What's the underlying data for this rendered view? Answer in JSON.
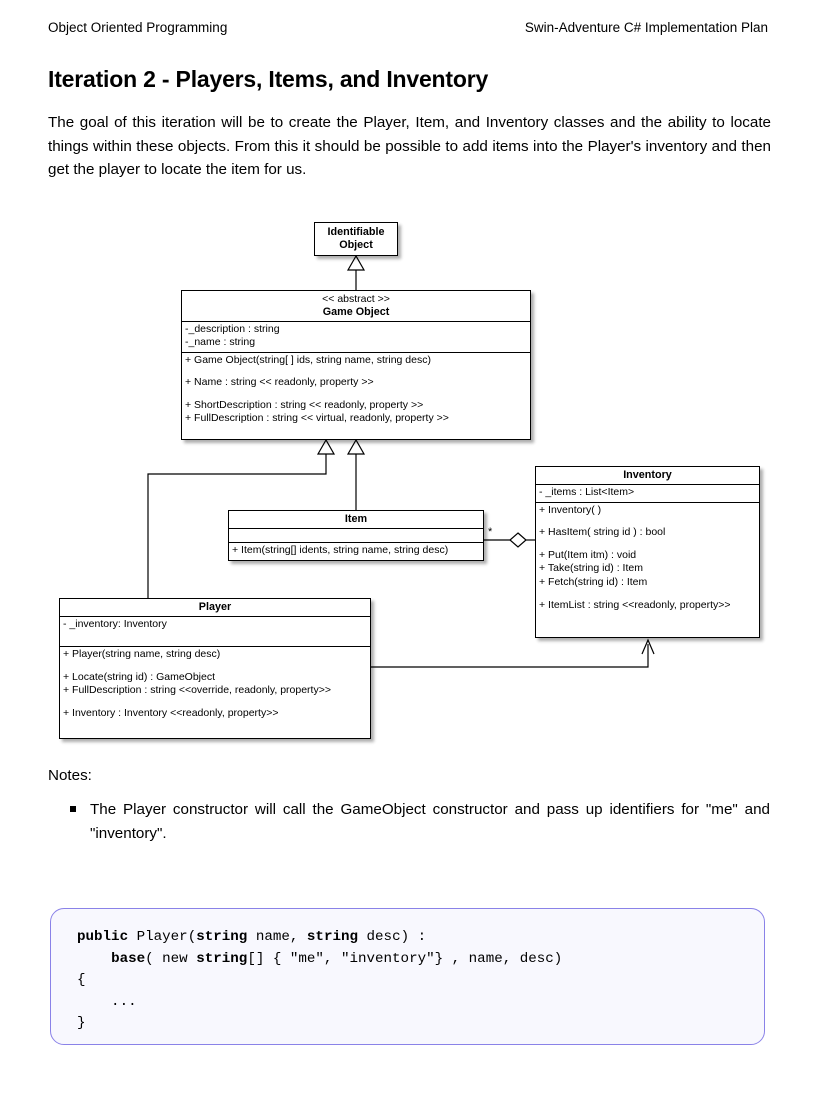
{
  "header": {
    "left": "Object Oriented Programming",
    "right": "Swin-Adventure C# Implementation Plan"
  },
  "title": "Iteration 2 - Players, Items, and Inventory",
  "intro": "The goal of this iteration will be to create the Player, Item, and Inventory classes and the ability to locate things within these objects. From this it should be possible to add items into the Player's inventory and then get the player to locate the item for us.",
  "diagram": {
    "type": "uml-class-diagram",
    "classes": [
      {
        "id": "identifiable-object",
        "name": "Identifiable\nObject",
        "name_line1": "Identifiable",
        "name_line2": "Object",
        "stereotype": "",
        "attributes": [],
        "operations": []
      },
      {
        "id": "game-object",
        "name": "Game Object",
        "stereotype": "<< abstract >>",
        "attributes": [
          "-_description : string",
          "-_name : string"
        ],
        "operations": [
          "+ Game Object(string[ ] ids, string name, string desc)",
          "+ Name : string << readonly, property >>",
          "+ ShortDescription : string << readonly, property >>",
          "+ FullDescription : string << virtual, readonly, property >>"
        ]
      },
      {
        "id": "item",
        "name": "Item",
        "stereotype": "",
        "attributes": [],
        "operations": [
          "+ Item(string[] idents, string name, string desc)"
        ]
      },
      {
        "id": "inventory",
        "name": "Inventory",
        "stereotype": "",
        "attributes": [
          "- _items : List<Item>"
        ],
        "operations": [
          "+ Inventory( )",
          "+ HasItem( string id ) : bool",
          "+ Put(Item itm) : void",
          "+ Take(string id) : Item",
          "+ Fetch(string id) : Item",
          "+ ItemList : string <<readonly, property>>"
        ]
      },
      {
        "id": "player",
        "name": "Player",
        "stereotype": "",
        "attributes": [
          "- _inventory: Inventory"
        ],
        "operations": [
          "+ Player(string name, string desc)",
          "+ Locate(string id) : GameObject",
          "+ FullDescription : string <<override, readonly, property>>",
          "+ Inventory : Inventory <<readonly, property>>"
        ]
      }
    ],
    "relationships": [
      {
        "kind": "generalization",
        "from": "game-object",
        "to": "identifiable-object"
      },
      {
        "kind": "generalization",
        "from": "player",
        "to": "game-object"
      },
      {
        "kind": "generalization",
        "from": "item",
        "to": "game-object"
      },
      {
        "kind": "aggregation",
        "from": "inventory",
        "to": "item",
        "multiplicity": "*"
      },
      {
        "kind": "association",
        "from": "player",
        "to": "inventory"
      }
    ],
    "multiplicity_label": "*"
  },
  "notes": {
    "heading": "Notes:",
    "items": [
      "The Player constructor will call the GameObject constructor and pass up identifiers for \"me\" and \"inventory\"."
    ]
  },
  "code": {
    "language": "csharp",
    "lines": [
      "public Player(string name, string desc) :",
      "    base( new string[] { \"me\", \"inventory\"} , name, desc)",
      "{",
      "    ...",
      "}"
    ],
    "border_color": "#8a82e8",
    "background_color": "#f8f8fe"
  }
}
